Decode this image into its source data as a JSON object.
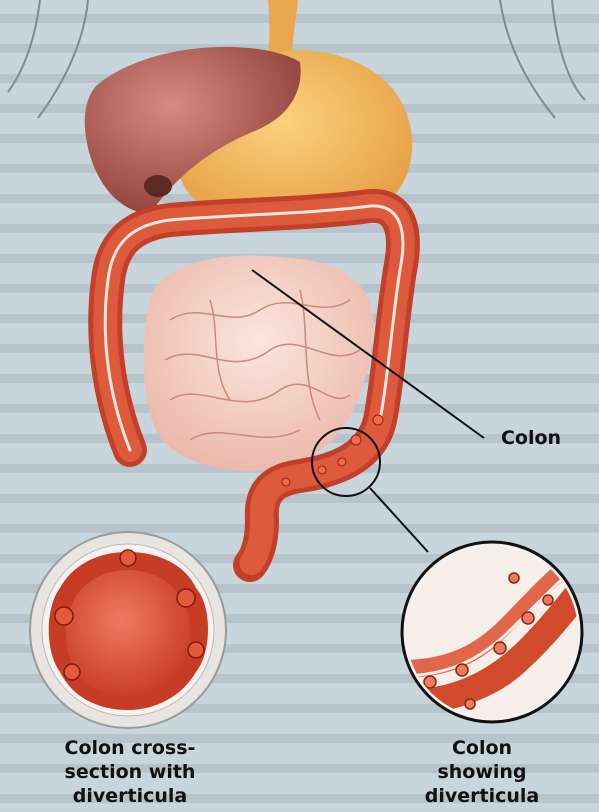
{
  "labels": {
    "colon": "Colon",
    "cross_section": [
      "Colon cross-",
      "section with",
      "diverticula"
    ],
    "showing": [
      "Colon",
      "showing",
      "diverticula"
    ]
  },
  "colors": {
    "background": "#c9d5dc",
    "colon": "#d24a2c",
    "liver": "#a8524a",
    "stomach": "#e9a64d",
    "small_intestine": "#f2c2b4",
    "label_text": "#111111"
  }
}
